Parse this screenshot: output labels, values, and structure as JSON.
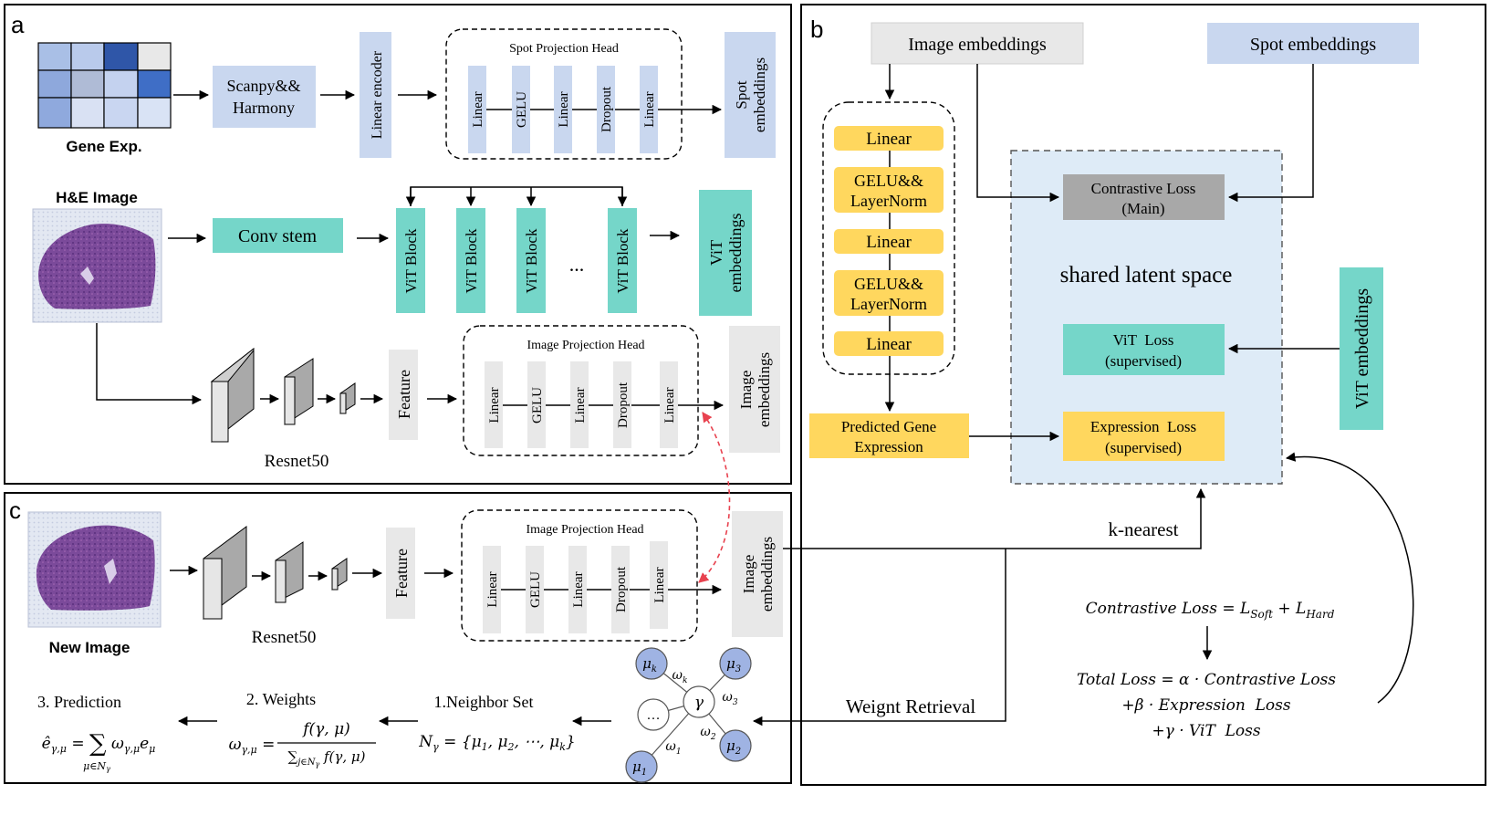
{
  "colors": {
    "blue_box": "#c9d7ef",
    "teal_box": "#75d6c9",
    "yellow_box": "#ffd75e",
    "gray_box": "#e8e8e8",
    "dark_gray_box": "#a8a8a8",
    "latent_space": "#deebf7",
    "red_dashed": "#e8424f",
    "node_blue": "#9fb3e3"
  },
  "panel_a": {
    "label": "a",
    "gene_exp": "Gene Exp.",
    "scanpy": [
      "Scanpy&&",
      "Harmony"
    ],
    "linear_encoder": "Linear encoder",
    "spot_head_title": "Spot Projection Head",
    "spot_head_layers": [
      "Linear",
      "GELU",
      "Linear",
      "Dropout",
      "Linear"
    ],
    "spot_embeddings": [
      "Spot",
      "embeddings"
    ],
    "he_image": "H&E Image",
    "conv_stem": "Conv stem",
    "vit_block": "ViT Block",
    "ellipsis": "...",
    "vit_embeddings": [
      "ViT",
      "embeddings"
    ],
    "feature": "Feature",
    "image_head_title": "Image Projection Head",
    "image_head_layers": [
      "Linear",
      "GELU",
      "Linear",
      "Dropout",
      "Linear"
    ],
    "image_embeddings": [
      "Image",
      "embeddings"
    ],
    "resnet": "Resnet50"
  },
  "panel_b": {
    "label": "b",
    "image_embeddings": "Image embeddings",
    "spot_embeddings": "Spot embeddings",
    "mlp": [
      "Linear",
      "GELU&&|LayerNorm",
      "Linear",
      "GELU&&|LayerNorm",
      "Linear"
    ],
    "predicted": [
      "Predicted Gene",
      "Expression"
    ],
    "contrastive": [
      "Contrastive Loss",
      "(Main)"
    ],
    "shared": "shared latent space",
    "vit_loss": [
      "ViT  Loss",
      "(supervised)"
    ],
    "expr_loss": [
      "Expression  Loss",
      "(supervised)"
    ],
    "vit_embeddings": "ViT embeddings",
    "k_nearest": "k-nearest",
    "weight_retrieval": "Weignt Retrieval",
    "eq1": "Contrastive Loss = L_Soft + L_Hard",
    "eq2": "Total Loss = α · Contrastive Loss",
    "eq3": "+β · Expression  Loss",
    "eq4": "+γ · ViT  Loss"
  },
  "panel_c": {
    "label": "c",
    "new_image": "New Image",
    "feature": "Feature",
    "image_head_title": "Image Projection Head",
    "image_head_layers": [
      "Linear",
      "GELU",
      "Linear",
      "Dropout",
      "Linear"
    ],
    "image_embeddings": [
      "Image",
      "embeddings"
    ],
    "resnet": "Resnet50",
    "step3": "3. Prediction",
    "step2": "2. Weights",
    "step1": "1.Neighbor Set",
    "pred_eq": "ê_γ,μ = ∑ ω_γ,μ e_μ",
    "pred_sub": "μ∈N_γ",
    "weight_num": "f(γ, μ)",
    "weight_lhs": "ω_γ,μ =",
    "weight_den": "∑_j∈N_γ f(γ, μ)",
    "neighbor_eq": "N_γ = {μ_1, μ_2, ⋯, μ_k}",
    "graph_center": "γ",
    "graph_nodes": [
      "μ_k",
      "μ_3",
      "μ_2",
      "μ_1",
      "…"
    ],
    "graph_weights": [
      "ω_k",
      "ω_3",
      "ω_2",
      "ω_1"
    ]
  }
}
